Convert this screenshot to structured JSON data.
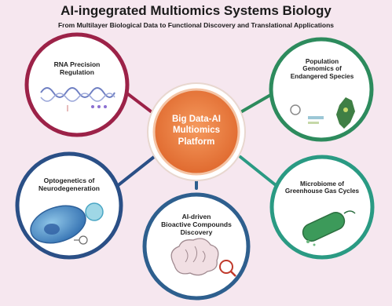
{
  "title": "AI-ingegrated Multiomics Systems Biology",
  "subtitle": "From Multilayer Biological Data to Functional Discovery and Translational Applications",
  "center": {
    "line1": "Big Data-AI",
    "line2": "Multiomics",
    "line3": "Platform"
  },
  "nodes": {
    "rna": {
      "line1": "RNA Precision",
      "line2": "Regulation"
    },
    "population": {
      "line1": "Population",
      "line2": "Genomics of",
      "line3": "Endangered Species"
    },
    "optogenetics": {
      "line1": "Optogenetics of",
      "line2": "Neurodegeneration"
    },
    "microbiome": {
      "line1": "Microbiome of",
      "line2": "Greenhouse Gas Cycles"
    },
    "bioactive": {
      "line1": "AI-driven",
      "line2": "Bioactive Compounds",
      "line3": "Discovery"
    }
  },
  "colors": {
    "background": "#f6e7ef",
    "center_fill": "#ee7a3e",
    "rna_ring": "#9c2248",
    "population_ring": "#2d8b5d",
    "optogenetics_ring": "#2a4f86",
    "microbiome_ring": "#2a9a83",
    "bioactive_ring": "#2e5f8e"
  }
}
